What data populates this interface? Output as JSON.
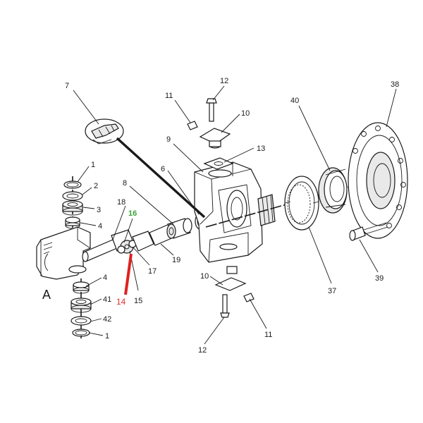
{
  "diagram": {
    "view_label": "A",
    "colors": {
      "line": "#1a1a1a",
      "highlight_green": "#3aa23a",
      "highlight_red": "#e03030",
      "highlight_arrow": "#e02020"
    },
    "callouts": [
      {
        "id": "c1a",
        "text": "1"
      },
      {
        "id": "c2",
        "text": "2"
      },
      {
        "id": "c3",
        "text": "3"
      },
      {
        "id": "c4a",
        "text": "4"
      },
      {
        "id": "c18",
        "text": "18"
      },
      {
        "id": "c16",
        "text": "16"
      },
      {
        "id": "c8",
        "text": "8"
      },
      {
        "id": "c6",
        "text": "6"
      },
      {
        "id": "c9",
        "text": "9"
      },
      {
        "id": "c7",
        "text": "7"
      },
      {
        "id": "c11a",
        "text": "11"
      },
      {
        "id": "c12a",
        "text": "12"
      },
      {
        "id": "c10a",
        "text": "10"
      },
      {
        "id": "c13",
        "text": "13"
      },
      {
        "id": "c40",
        "text": "40"
      },
      {
        "id": "c38",
        "text": "38"
      },
      {
        "id": "c17",
        "text": "17"
      },
      {
        "id": "c19",
        "text": "19"
      },
      {
        "id": "c4b",
        "text": "4"
      },
      {
        "id": "c41",
        "text": "41"
      },
      {
        "id": "c42",
        "text": "42"
      },
      {
        "id": "c1b",
        "text": "1"
      },
      {
        "id": "c14",
        "text": "14"
      },
      {
        "id": "c15",
        "text": "15"
      },
      {
        "id": "c10b",
        "text": "10"
      },
      {
        "id": "c12b",
        "text": "12"
      },
      {
        "id": "c11b",
        "text": "11"
      },
      {
        "id": "c37",
        "text": "37"
      },
      {
        "id": "c39",
        "text": "39"
      }
    ]
  }
}
